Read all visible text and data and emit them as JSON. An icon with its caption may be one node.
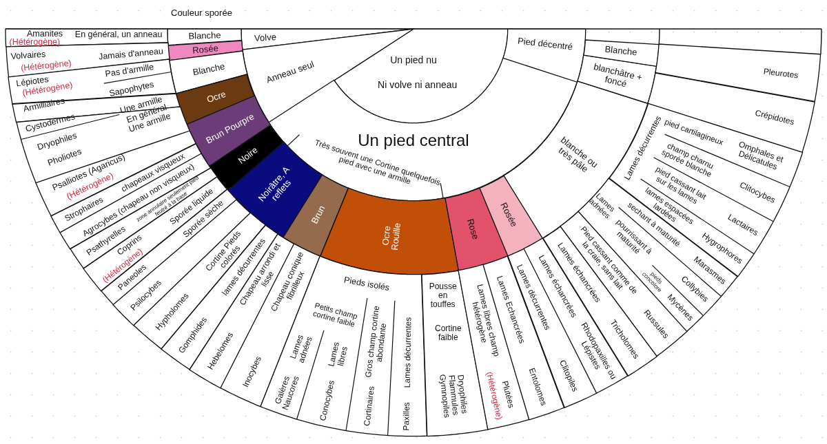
{
  "diagram": {
    "nodes": [
      {
        "text": [
          "Un pied nu",
          "Ni volve ni anneau"
        ]
      },
      {
        "text": [
          "Volve"
        ]
      },
      {
        "text": [
          "Anneau seul"
        ]
      },
      {
        "text": [
          "Un pied central",
          "Très souvent une Cortine quelquefois pied avec une armille"
        ]
      },
      {
        "text": [
          "Pied décentré"
        ]
      },
      {
        "text": [
          "Blanche"
        ]
      },
      {
        "text": [
          "Rosée"
        ]
      },
      {
        "text": [
          "Blanche"
        ]
      },
      {
        "text": [
          "Ocre"
        ]
      },
      {
        "text": [
          "Brun Pourpre"
        ]
      },
      {
        "text": [
          "Noire"
        ]
      },
      {
        "text": [
          "Noirâtre, A reflets"
        ]
      },
      {
        "text": [
          "Brun"
        ]
      },
      {
        "text": [
          "Ocre Rouille"
        ]
      },
      {
        "text": [
          "Rose"
        ]
      },
      {
        "text": [
          "Rosée"
        ]
      },
      {
        "text": [
          "blanche ou très pâle"
        ]
      },
      {
        "text": [
          "blanchâtre + foncé"
        ]
      },
      {
        "text": [
          "Blanche"
        ]
      },
      {
        "text": [
          "Amanites",
          "(Hétérogène)",
          "En général, un anneau"
        ]
      },
      {
        "text": [
          "Volvaires",
          "(Hétérogène)",
          "Jamais d'anneau"
        ]
      },
      {
        "text": [
          "Lépiotes",
          "(Hétérogène)",
          "Pas d'armille",
          "Sapophytes"
        ]
      },
      {
        "text": [
          "Armilliaires",
          "Une armille"
        ]
      },
      {
        "text": [
          "Cystodermes",
          "Dryophiles",
          "Pholiotes",
          "En général Une armille"
        ]
      },
      {
        "text": [
          "Psalliotes (Agaricus)",
          "(Hétérogène)"
        ]
      },
      {
        "text": [
          "Strophaires",
          "chapeaux visqueux"
        ]
      },
      {
        "text": [
          "Agrocybes (chapeau non visqueux)"
        ]
      },
      {
        "text": [
          "Psathyrelles",
          "zone annulaire seulement pied feutré à la base"
        ]
      },
      {
        "text": [
          "Coprins",
          "(Hétérogène)",
          "Sporée liquide"
        ]
      },
      {
        "text": [
          "Paneoles",
          "Sporée sèche"
        ]
      },
      {
        "text": [
          "Psilocybes"
        ]
      },
      {
        "text": [
          "Hypholomes",
          "Cortine Pieds colorés"
        ]
      },
      {
        "text": [
          "Gomphides",
          "lames décurrentes"
        ]
      },
      {
        "text": [
          "Hebelomes",
          "Chapeau arrondi et lisse"
        ]
      },
      {
        "text": [
          "Inocybes",
          "Chapeau conique fibrilleux"
        ]
      },
      {
        "text": [
          "Pieds isolés",
          "Petits champ cortine faible",
          "Lames adnées",
          "Galères Naucores",
          "Lames libres",
          "Conocybes",
          "Gros champ cortine abondante",
          "Cortinaires",
          "Lames décurrentes",
          "Paxilles"
        ]
      },
      {
        "text": [
          "Pousse en touffes",
          "Cortine faible",
          "Dryophiles Flammules Gymnopiles"
        ]
      },
      {
        "text": [
          "Lames libres champ hétérogène",
          "Plutées",
          "(Hétérogène)"
        ]
      },
      {
        "text": [
          "Lames Echancrées",
          "Entolomes"
        ]
      },
      {
        "text": [
          "Lames décurrentes",
          "Clitopiles"
        ]
      },
      {
        "text": [
          "Lames échancrées",
          "Rhodopaxilles ou Lépistes"
        ]
      },
      {
        "text": [
          "Lames échancrées",
          "Tricholomes"
        ]
      },
      {
        "text": [
          "Pied cassant comme de la craie, sans lait",
          "Russules"
        ]
      },
      {
        "text": [
          "Lames adnées",
          "pourrissant à maturité",
          "pieds concolore",
          "Mycènes",
          "Collybies",
          "sechant à maturité",
          "Marasmes"
        ]
      },
      {
        "text": [
          "Lames décurrentes",
          "lames espacées lardées",
          "Hygrophores",
          "pied cassant lait sur les lames",
          "Lactaires",
          "champ charnu sporée blanche",
          "Clitocybes",
          "pied cartilagineux",
          "Omphales et Délicatules"
        ]
      },
      {
        "text": [
          "Crépidotes"
        ]
      },
      {
        "text": [
          "Pleurotes"
        ]
      }
    ],
    "labels": [
      "Couleur sporée"
    ]
  }
}
